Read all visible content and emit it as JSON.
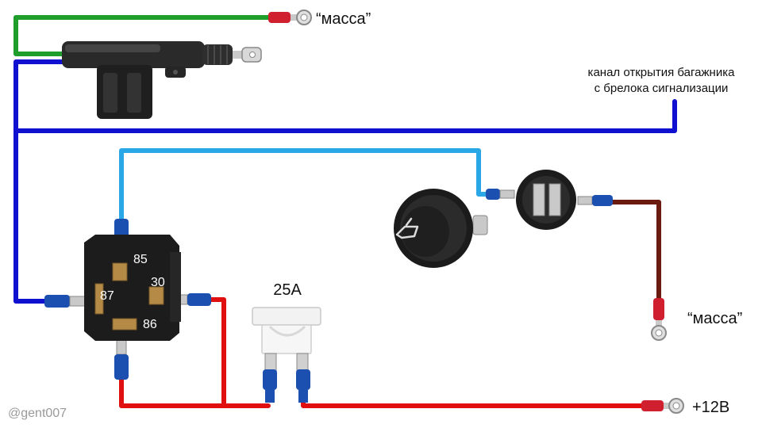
{
  "labels": {
    "ground_top": "“масса”",
    "trunk_channel_line1": "канал открытия багажника",
    "trunk_channel_line2": "с брелока сигнализации",
    "fuse_rating": "25А",
    "ground_bottom": "“масса”",
    "plus12": "+12В",
    "watermark": "@gent007"
  },
  "relay_pins": {
    "p85": "85",
    "p30": "30",
    "p87": "87",
    "p86": "86"
  },
  "colors": {
    "wire_green": "#1f9e2c",
    "wire_blue": "#1010d0",
    "wire_lightblue": "#2aa7e6",
    "wire_red": "#e01010",
    "wire_brown": "#6b1a10",
    "relay_body": "#1c1c1c",
    "terminal_metal": "#c9c9c9",
    "insulator_blue": "#1b4fb0",
    "insulator_red": "#d02030"
  }
}
